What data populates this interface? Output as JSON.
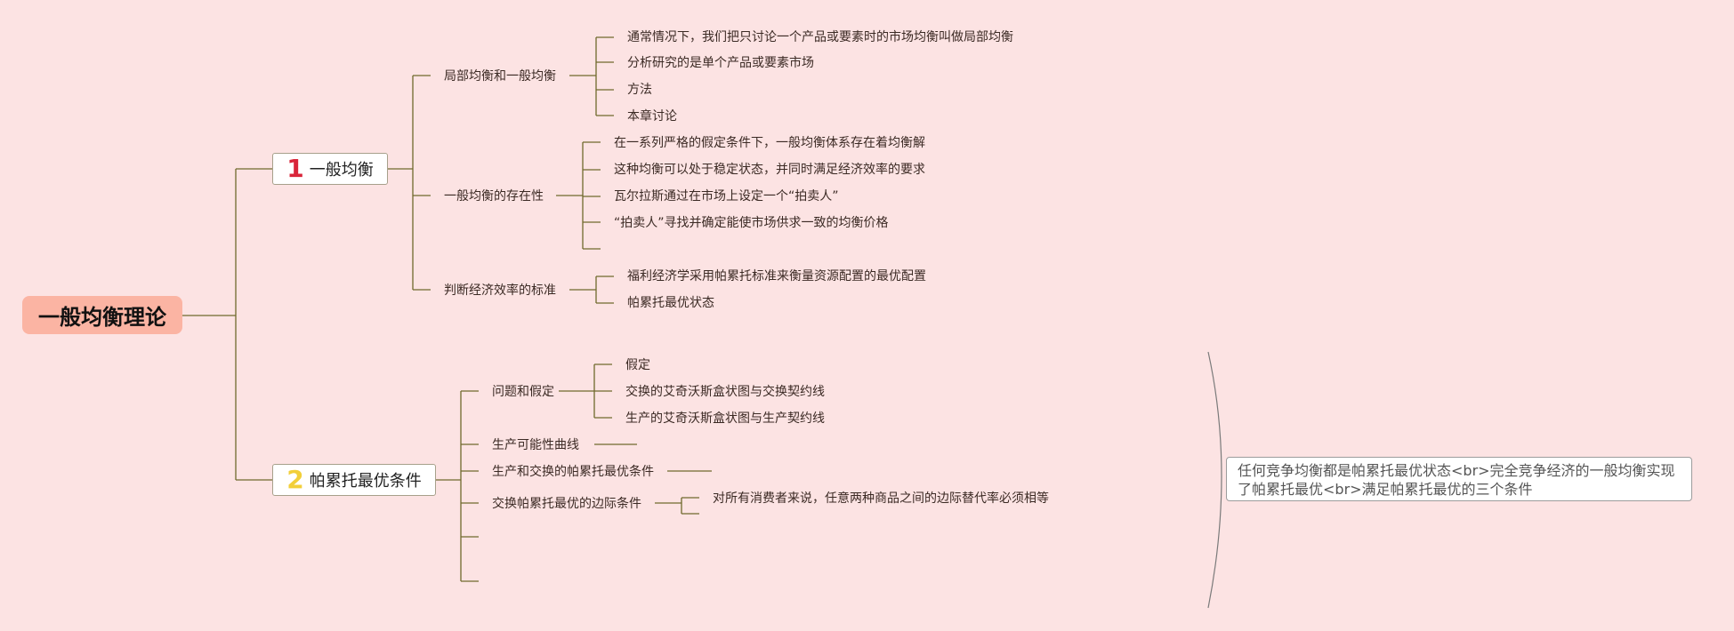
{
  "root": "一般均衡理论",
  "topic1": {
    "num": "1",
    "label": "一般均衡",
    "num_color": "#d9253a",
    "subs": [
      {
        "label": "局部均衡和一般均衡",
        "items": [
          "通常情况下，我们把只讨论一个产品或要素时的市场均衡叫做局部均衡",
          "分析研究的是单个产品或要素市场",
          "方法",
          "本章讨论"
        ]
      },
      {
        "label": "一般均衡的存在性",
        "items": [
          "在一系列严格的假定条件下，一般均衡体系存在着均衡解",
          "这种均衡可以处于稳定状态，并同时满足经济效率的要求",
          "瓦尔拉斯通过在市场上设定一个“拍卖人”",
          "“拍卖人”寻找并确定能使市场供求一致的均衡价格"
        ]
      },
      {
        "label": "判断经济效率的标准",
        "items": [
          "福利经济学采用帕累托标准来衡量资源配置的最优配置",
          "帕累托最优状态"
        ]
      }
    ]
  },
  "topic2": {
    "num": "2",
    "label": "帕累托最优条件",
    "num_color": "#f2cf3a",
    "subs": [
      {
        "label": "问题和假定",
        "items": [
          "假定",
          "交换的艾奇沃斯盒状图与交换契约线",
          "生产的艾奇沃斯盒状图与生产契约线"
        ]
      },
      {
        "label": "生产可能性曲线"
      },
      {
        "label": "生产和交换的帕累托最优条件"
      },
      {
        "label": "交换帕累托最优的边际条件",
        "items": [
          "对所有消费者来说，任意两种商品之间的边际替代率必须相等"
        ]
      }
    ]
  },
  "summary": "任何竞争均衡都是帕累托最优状态<br>完全竞争经济的一般均衡实现了帕累托最优<br>满足帕累托最优的三个条件",
  "colors": {
    "background": "#fce3e3",
    "root": "#fbb4a3",
    "connector": "#6f6a2d"
  }
}
